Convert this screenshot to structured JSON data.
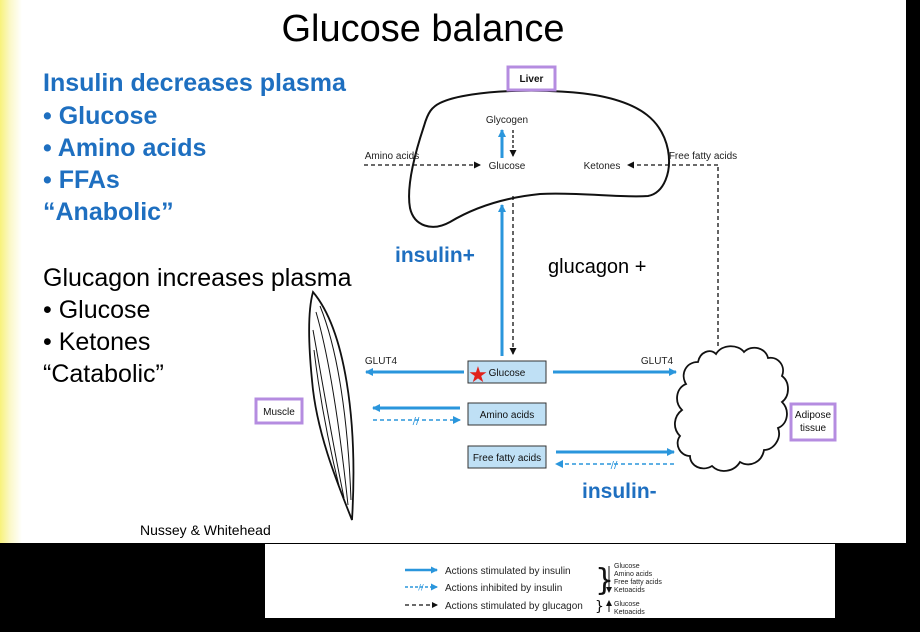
{
  "title": "Glucose balance",
  "insulin_block": {
    "heading": "Insulin decreases plasma",
    "items": [
      "• Glucose",
      "• Amino acids",
      "• FFAs"
    ],
    "tag": "“Anabolic”"
  },
  "glucagon_block": {
    "heading": "Glucagon increases plasma",
    "items": [
      "• Glucose",
      "• Ketones"
    ],
    "tag": "“Catabolic”"
  },
  "credit": "Nussey & Whitehead",
  "diagram": {
    "liver_label": "Liver",
    "muscle_label": "Muscle",
    "adipose_label_1": "Adipose",
    "adipose_label_2": "tissue",
    "liver_glycogen": "Glycogen",
    "liver_glucose": "Glucose",
    "liver_amino": "Amino acids",
    "liver_ketones": "Ketones",
    "liver_ffa": "Free fatty acids",
    "glut4_left": "GLUT4",
    "glut4_right": "GLUT4",
    "box_glucose": "Glucose",
    "box_amino": "Amino acids",
    "box_ffa": "Free fatty acids",
    "insulin_plus": "insulin+",
    "glucagon_plus": "glucagon +",
    "insulin_minus": "insulin-"
  },
  "legend": {
    "row1": "Actions stimulated by insulin",
    "row2": "Actions inhibited by insulin",
    "row3": "Actions stimulated by glucagon",
    "group1": [
      "Glucose",
      "Amino acids",
      "Free fatty acids",
      "Ketoacids"
    ],
    "group2": [
      "Glucose",
      "Ketoacids"
    ]
  },
  "colors": {
    "blue": "#1e6fc0",
    "arrow_blue": "#2a96dc",
    "box_fill": "#bfe0f5",
    "label_box": "#b58ce0"
  }
}
